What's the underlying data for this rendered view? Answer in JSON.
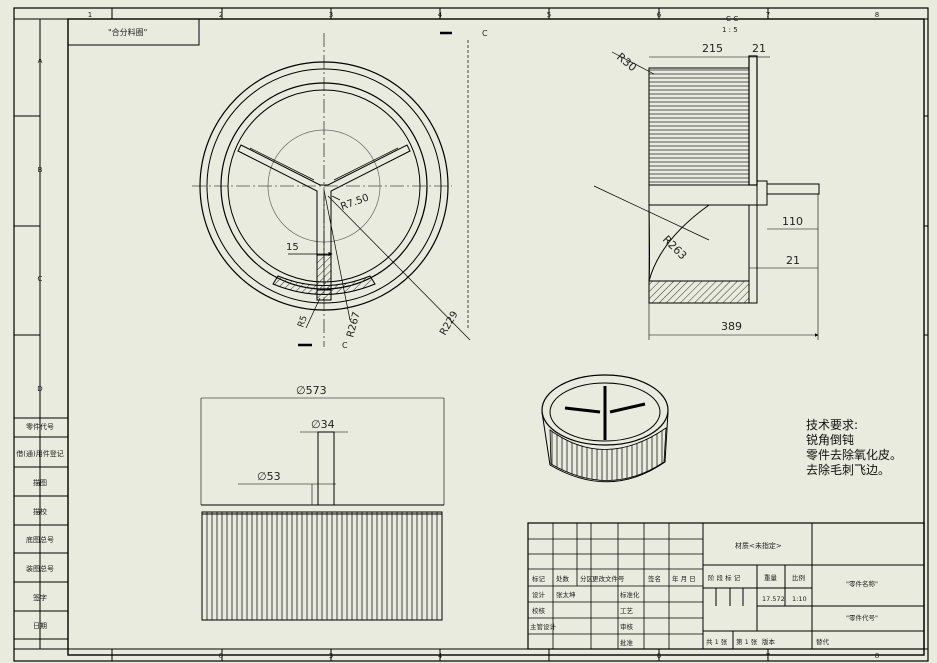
{
  "drawing_title": "\"合分料圈\"",
  "border_letters": [
    "A",
    "B",
    "C",
    "D"
  ],
  "border_numbers": [
    "1",
    "2",
    "3",
    "4",
    "5",
    "6",
    "7",
    "8"
  ],
  "section_label": "C-C",
  "section_scale": "1 : 5",
  "cut_letter": "C",
  "dimensions": {
    "r30": "R30",
    "d215": "215",
    "d21_top": "21",
    "r263": "R263",
    "d110": "110",
    "d21_mid": "21",
    "d389": "389",
    "r7_50": "R7.50",
    "d15": "15",
    "r5": "R5",
    "r267": "R267",
    "r229": "R229",
    "dia573": "∅573",
    "dia34": "∅34",
    "dia53": "∅53"
  },
  "tech_requirements": {
    "title": "技术要求:",
    "lines": [
      "锐角倒钝",
      "零件去除氧化皮。",
      "去除毛刺飞边。"
    ]
  },
  "left_column": [
    "零件代号",
    "借(通)用件登记",
    "描图",
    "描校",
    "底图总号",
    "装图总号",
    "签字",
    "日期"
  ],
  "title_block": {
    "material": "材质<未指定>",
    "part_name": "\"零件名称\"",
    "part_code": "\"零件代号\"",
    "header_row": [
      "标记",
      "处数",
      "分区",
      "更改文件号",
      "签名",
      "年 月 日"
    ],
    "row_design": [
      "设计",
      "张太坤",
      "标准化"
    ],
    "row_check": [
      "校核",
      "工艺"
    ],
    "row_chief": [
      "主管设计",
      "审核"
    ],
    "row_approve": [
      "批准"
    ],
    "stage_label": "阶 段 标 记",
    "weight_label": "重量",
    "scale_label": "比例",
    "weight_value": "17.572",
    "scale_value": "1:10",
    "sheets_total": "共 1 张",
    "sheet_no": "第 1 张",
    "version": "版本",
    "replaces": "替代"
  }
}
